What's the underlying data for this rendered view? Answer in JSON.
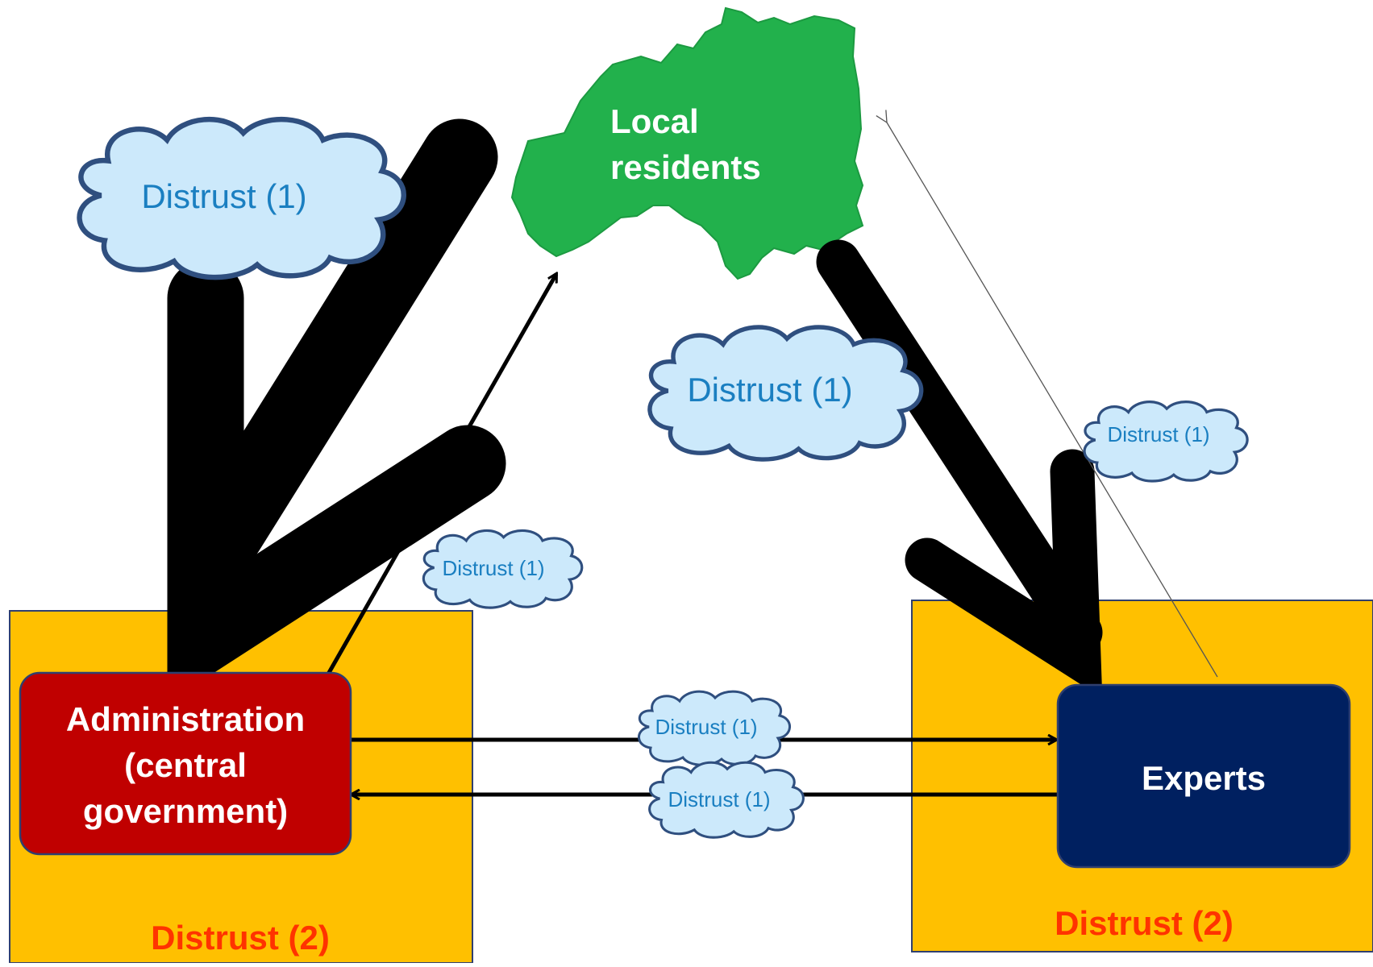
{
  "nodes": {
    "local_residents": {
      "line1": "Local",
      "line2": "residents",
      "color": "#22b14c"
    },
    "administration": {
      "line1": "Administration",
      "line2": "(central",
      "line3": "government)",
      "color": "#c00000"
    },
    "experts": {
      "label": "Experts",
      "color": "#002060"
    }
  },
  "region_labels": {
    "left": "Distrust (2)",
    "right": "Distrust (2)",
    "color": "#ff3300"
  },
  "clouds": {
    "top_left": "Distrust (1)",
    "center": "Distrust (1)",
    "right": "Distrust (1)",
    "admin_small": "Distrust (1)",
    "middle_upper": "Distrust (1)",
    "middle_lower": "Distrust (1)",
    "text_color": "#1a7fc1"
  }
}
